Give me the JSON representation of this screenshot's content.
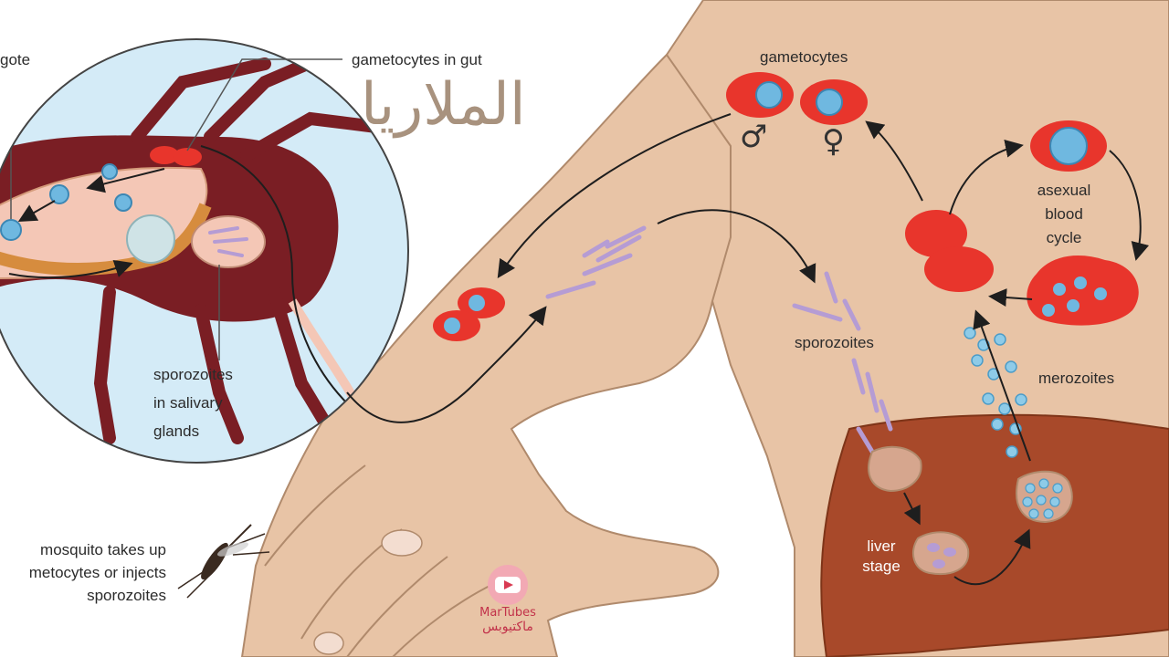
{
  "title_arabic": "الملاريا",
  "labels": {
    "zygote": "gote",
    "gametocytes_in_gut": "gametocytes in gut",
    "gametocytes": "gametocytes",
    "male_symbol": "♂",
    "female_symbol": "♀",
    "asexual": [
      "asexual",
      "blood",
      "cycle"
    ],
    "sporozoites": "sporozoites",
    "merozoites": "merozoites",
    "salivary": [
      "sporozoites",
      "in salivary",
      "glands"
    ],
    "mosquito_note": [
      "mosquito takes up",
      "metocytes or injects",
      "sporozoites"
    ],
    "liver_stage": [
      "liver",
      "stage"
    ]
  },
  "watermark": {
    "brand": "MarTubes",
    "brand_arabic": "ماكتيوبس"
  },
  "colors": {
    "skin": "#e8c4a6",
    "skin_outline": "#b08a6c",
    "liver": "#a8492a",
    "rbc": "#e8352c",
    "nucleus": "#6fb8e0",
    "mosquito": "#7a1e24",
    "inset_bg": "#d4ebf7",
    "sporozoite": "#b59cd4"
  }
}
